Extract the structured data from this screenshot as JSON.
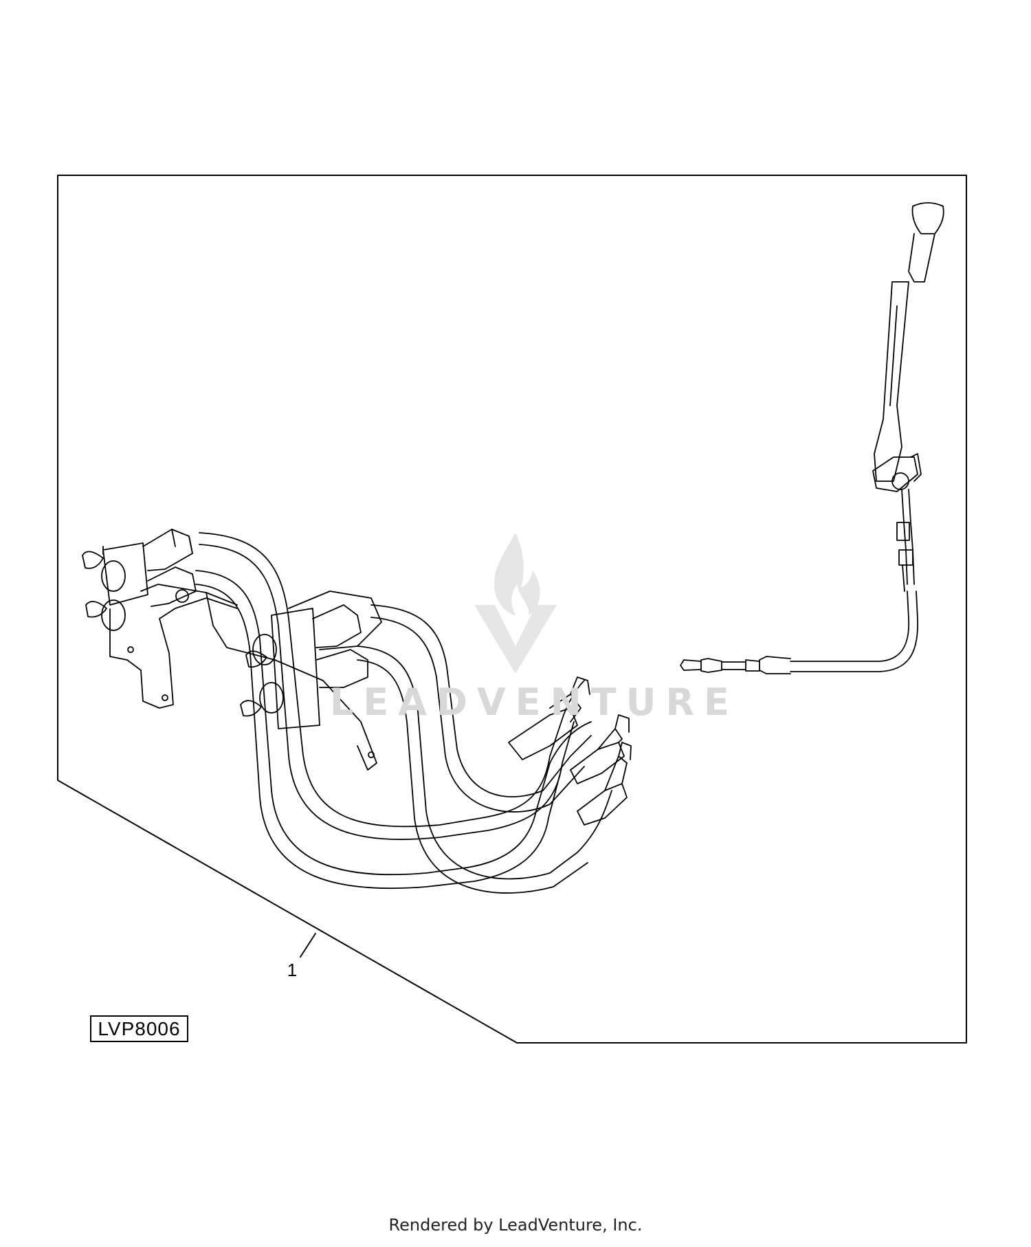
{
  "diagram": {
    "callout_number": "1",
    "figure_id": "LVP8006"
  },
  "watermark": {
    "text": "LEADVENTURE",
    "color": "#d8d8d8"
  },
  "footer": {
    "text": "Rendered by LeadVenture, Inc."
  },
  "colors": {
    "line": "#000000",
    "background": "#ffffff"
  }
}
